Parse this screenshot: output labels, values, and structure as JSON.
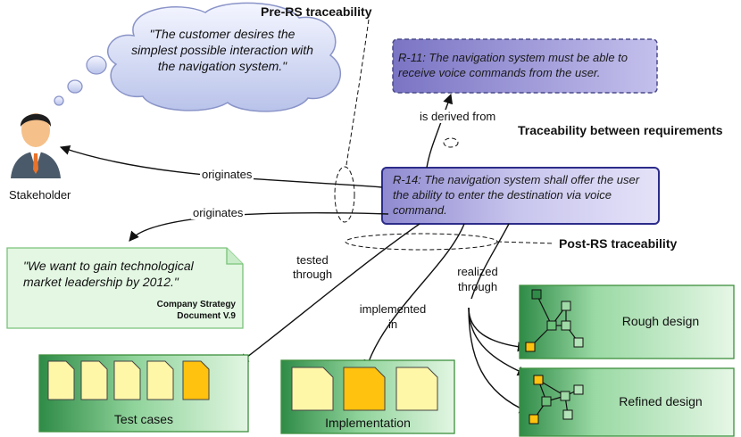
{
  "headings": {
    "pre_rs": "Pre-RS traceability",
    "between": "Traceability between requirements",
    "post_rs": "Post-RS traceability"
  },
  "cloud_quote": "\"The customer desires the simplest possible interaction with the navigation system.\"",
  "stakeholder_label": "Stakeholder",
  "r11": "R-11: The navigation system must be able to receive voice commands from the user.",
  "r14": "R-14: The navigation system shall offer the user the ability to enter the destination via voice command.",
  "relations": {
    "derived": "is derived from",
    "originates_1": "originates",
    "originates_2": "originates",
    "tested_1": "tested",
    "tested_2": "through",
    "implemented_1": "implemented",
    "implemented_2": "in",
    "realized_1": "realized",
    "realized_2": "through"
  },
  "document": {
    "quote": "\"We want to gain technological market leadership by 2012.\"",
    "name_line1": "Company Strategy",
    "name_line2": "Document V.9"
  },
  "boxes": {
    "test_cases": "Test cases",
    "implementation": "Implementation",
    "rough_design": "Rough design",
    "refined_design": "Refined design"
  },
  "colors": {
    "req_fill": "#c9c6ee",
    "req_border": "#3a3a9a",
    "green_dark": "#3f9a55",
    "green_light": "#d9f2d9",
    "doc_yellow": "#fff9b0",
    "doc_orange": "#ffc20e"
  }
}
